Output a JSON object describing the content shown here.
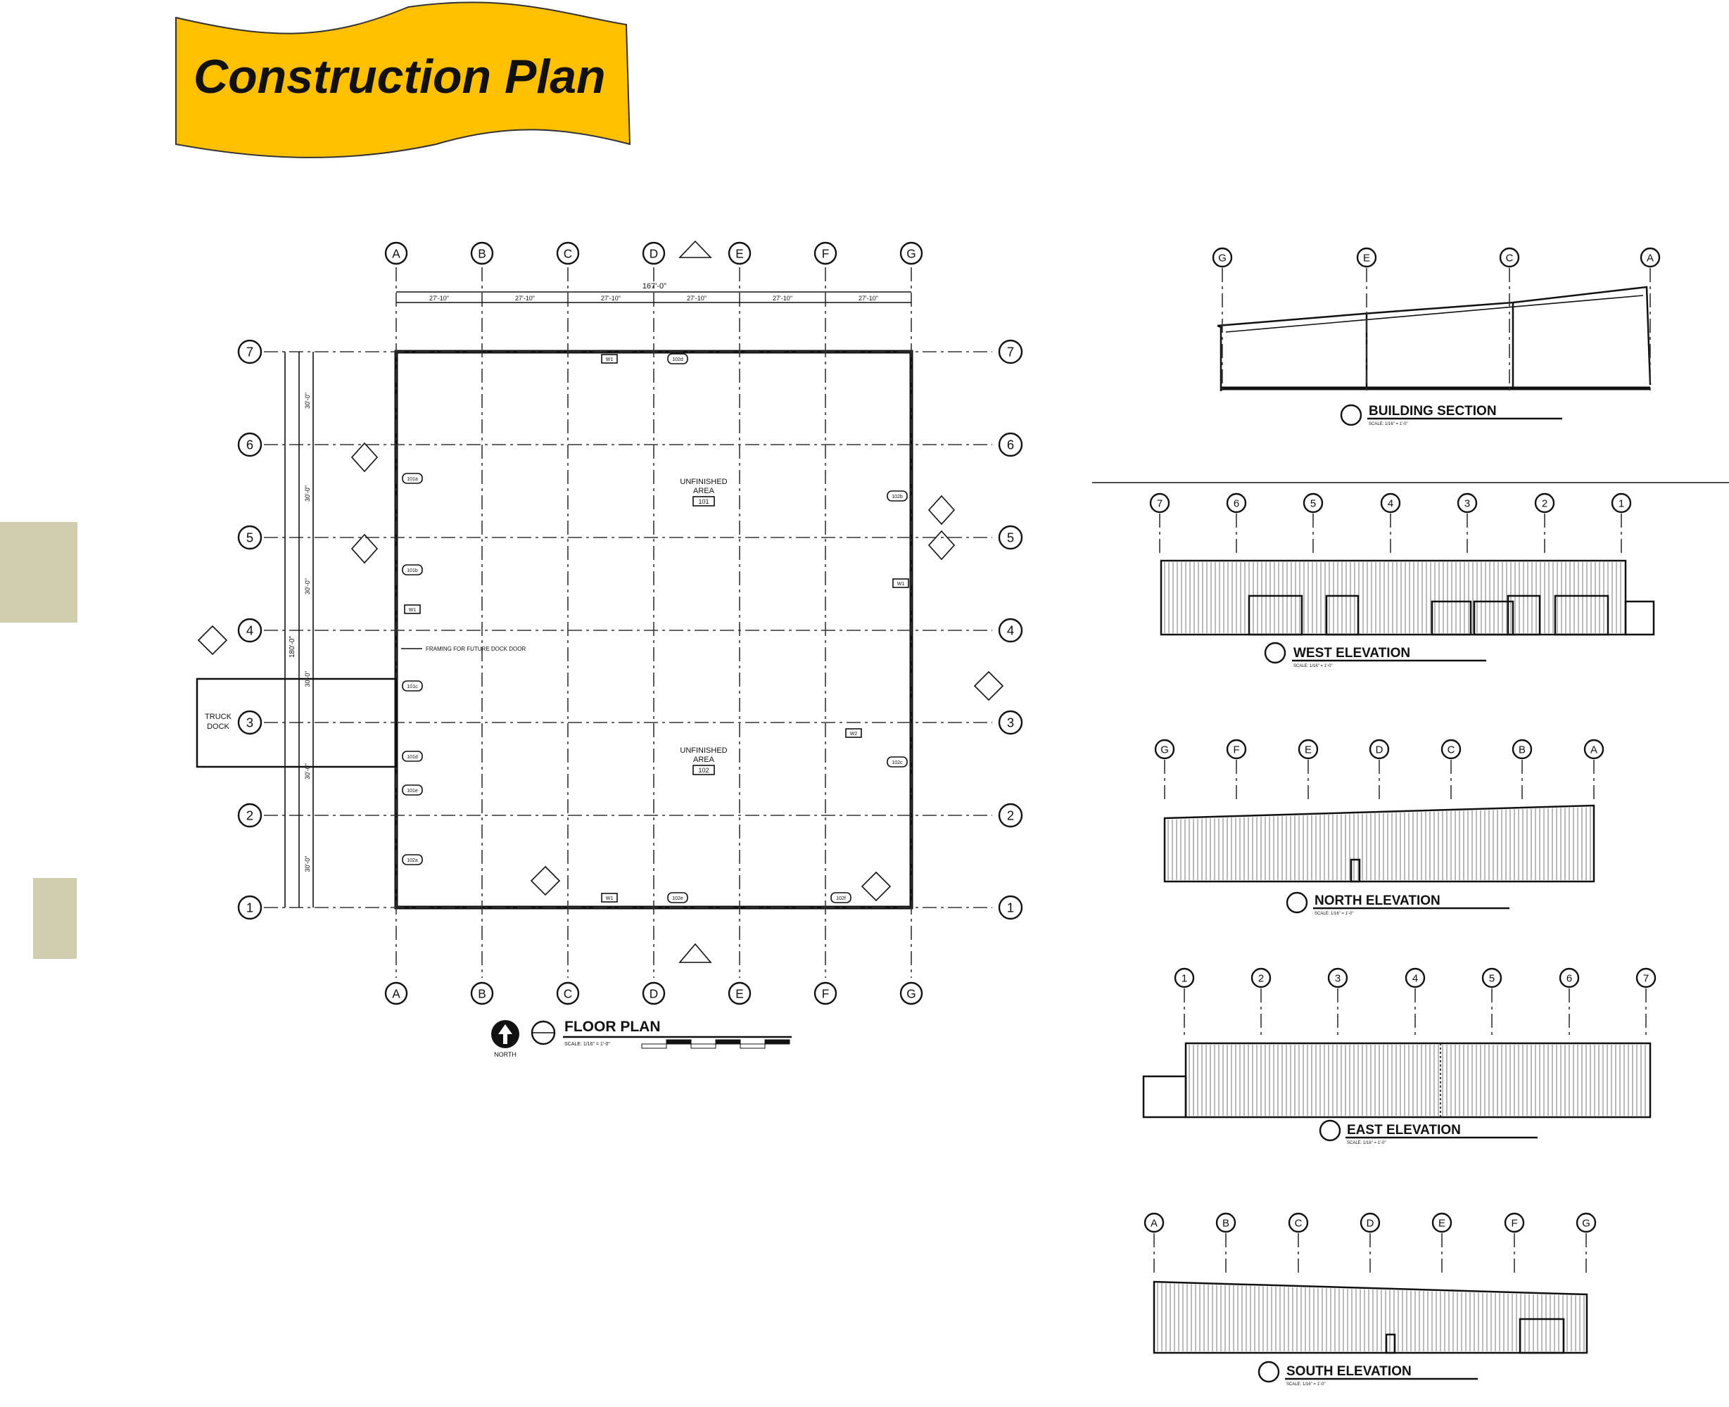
{
  "banner": {
    "title": "Construction Plan",
    "fill": "#FFC000"
  },
  "side_tabs": {
    "color": "#CFCDAE"
  },
  "grid": {
    "letters": [
      "A",
      "B",
      "C",
      "D",
      "E",
      "F",
      "G"
    ],
    "numbers": [
      "7",
      "6",
      "5",
      "4",
      "3",
      "2",
      "1"
    ]
  },
  "floor_plan": {
    "title": "FLOOR PLAN",
    "scale": "SCALE: 1/16\" = 1'-0\"",
    "north_label": "NORTH",
    "overall_dim": "167'-0\"",
    "bay_dims": [
      "27'-10\"",
      "27'-10\"",
      "27'-10\"",
      "27'-10\"",
      "27'-10\"",
      "27'-10\""
    ],
    "left_dims": [
      "30'-0\"",
      "30'-0\"",
      "30'-0\"",
      "30'-0\"",
      "30'-0\"",
      "30'-0\""
    ],
    "overall_left_dim": "180'-0\"",
    "rooms": [
      {
        "name": "UNFINISHED\nAREA",
        "number": "101"
      },
      {
        "name": "UNFINISHED\nAREA",
        "number": "102"
      }
    ],
    "truck_dock": "TRUCK\nDOCK",
    "note_framing": "FRAMING FOR FUTURE DOCK DOOR",
    "doors": [
      "101a",
      "101b",
      "101c",
      "101d",
      "101e",
      "102a",
      "102b",
      "102c",
      "102d",
      "102e",
      "102f"
    ],
    "tags": [
      "W1",
      "W1",
      "W1",
      "W1",
      "W2"
    ]
  },
  "building_section": {
    "title": "BUILDING SECTION",
    "grid": [
      "G",
      "E",
      "C",
      "A"
    ],
    "scale": "SCALE: 1/16\" = 1'-0\""
  },
  "west_elevation": {
    "title": "WEST ELEVATION",
    "grid": [
      "7",
      "6",
      "5",
      "4",
      "3",
      "2",
      "1"
    ],
    "scale": "SCALE: 1/16\" = 1'-0\""
  },
  "north_elevation": {
    "title": "NORTH ELEVATION",
    "grid": [
      "G",
      "F",
      "E",
      "D",
      "C",
      "B",
      "A"
    ],
    "scale": "SCALE: 1/16\" = 1'-0\""
  },
  "east_elevation": {
    "title": "EAST ELEVATION",
    "grid": [
      "1",
      "2",
      "3",
      "4",
      "5",
      "6",
      "7"
    ],
    "scale": "SCALE: 1/16\" = 1'-0\""
  },
  "south_elevation": {
    "title": "SOUTH ELEVATION",
    "grid": [
      "A",
      "B",
      "C",
      "D",
      "E",
      "F",
      "G"
    ],
    "scale": "SCALE: 1/16\" = 1'-0\""
  }
}
